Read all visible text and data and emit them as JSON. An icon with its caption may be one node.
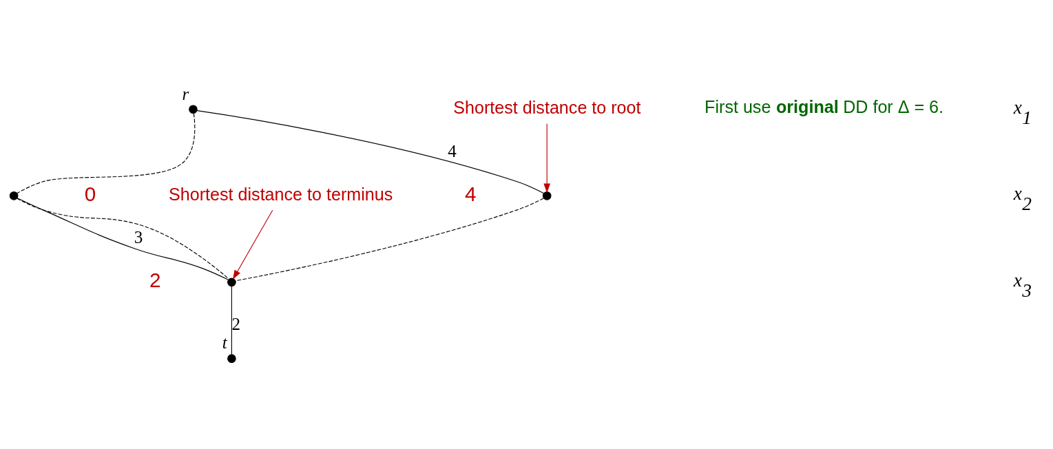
{
  "diagram": {
    "nodes": [
      {
        "text": [],
        "shape": "circle",
        "beside": [
          "r"
        ]
      },
      {
        "text": [],
        "shape": "circle",
        "beside": [
          "4"
        ]
      },
      {
        "text": [],
        "shape": "circle",
        "beside": [
          "0"
        ]
      },
      {
        "text": [],
        "shape": "circle",
        "beside": [
          "2"
        ]
      },
      {
        "text": [],
        "shape": "circle",
        "beside": [
          "t"
        ]
      },
      {
        "text": [
          "First use **original** DD for Δ = 6."
        ]
      },
      {
        "text": [
          "Shortest distance to root"
        ]
      },
      {
        "text": [
          "Shortest distance to terminus"
        ]
      }
    ],
    "edges": [
      {
        "from": 0,
        "to": 1,
        "arrow": "none",
        "label": "4"
      },
      {
        "from": 0,
        "to": 2,
        "arrow": "none",
        "style": "dashed"
      },
      {
        "from": 1,
        "to": 3,
        "arrow": "none",
        "style": "dashed"
      },
      {
        "from": 2,
        "to": 3,
        "arrow": "none",
        "label": "3"
      },
      {
        "from": 2,
        "to": 3,
        "arrow": "none",
        "style": "dashed"
      },
      {
        "from": 3,
        "to": 4,
        "arrow": "none",
        "label": "2"
      },
      {
        "from": 6,
        "to": 1,
        "arrow": "to",
        "color": "#c00000"
      },
      {
        "from": 7,
        "to": 3,
        "arrow": "to",
        "color": "#c00000"
      }
    ],
    "labels": [
      "x$_{1}$",
      "x$_{2}$",
      "x$_{3}$"
    ]
  }
}
